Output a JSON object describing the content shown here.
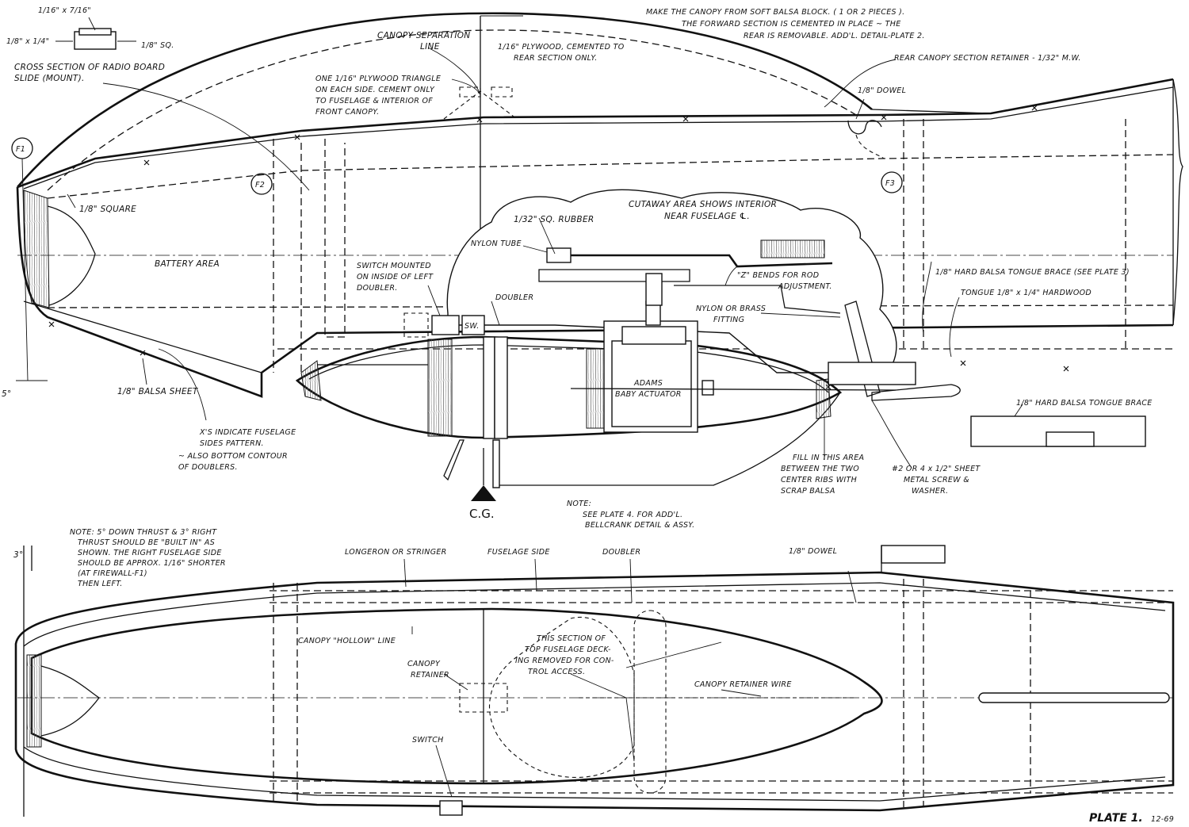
{
  "labels": {
    "radio_board_dims_top": "1/16\" x 7/16\"",
    "radio_board_dims_left": "1/8\" x 1/4\"",
    "radio_board_dims_right": "1/8\" SQ.",
    "radio_board_cross_section_1": "CROSS SECTION OF RADIO BOARD",
    "radio_board_cross_section_2": "SLIDE (MOUNT).",
    "canopy_separation_1": "CANOPY SEPARATION",
    "canopy_separation_2": "LINE",
    "plywood_note_1": "1/16\" PLYWOOD, CEMENTED TO",
    "plywood_note_2": "REAR SECTION ONLY.",
    "canopy_block_1": "MAKE THE CANOPY FROM SOFT BALSA BLOCK. ( 1 OR 2 PIECES ).",
    "canopy_block_2": "THE FORWARD SECTION IS CEMENTED IN PLACE ~ THE",
    "canopy_block_3": "REAR IS REMOVABLE. ADD'L. DETAIL-PLATE 2.",
    "plywood_triangle_1": "ONE 1/16\" PLYWOOD TRIANGLE",
    "plywood_triangle_2": "ON EACH SIDE. CEMENT ONLY",
    "plywood_triangle_3": "TO FUSELAGE & INTERIOR OF",
    "plywood_triangle_4": "FRONT CANOPY.",
    "rear_canopy_retainer": "REAR CANOPY SECTION RETAINER - 1/32\" M.W.",
    "dowel_top": "1/8\" DOWEL",
    "f1": "F1",
    "f2": "F2",
    "f3": "F3",
    "square": "1/8\" SQUARE",
    "cutaway_1": "CUTAWAY AREA SHOWS INTERIOR",
    "cutaway_2": "NEAR FUSELAGE ℄.",
    "rubber": "1/32\" SQ. RUBBER",
    "nylon_tube": "NYLON TUBE",
    "battery_area": "BATTERY AREA",
    "switch_mounted_1": "SWITCH MOUNTED",
    "switch_mounted_2": "ON INSIDE OF LEFT",
    "switch_mounted_3": "DOUBLER.",
    "z_bends_1": "\"Z\" BENDS FOR ROD",
    "z_bends_2": "ADJUSTMENT.",
    "hard_balsa_brace_top": "1/8\" HARD BALSA TONGUE BRACE (SEE PLATE 3)",
    "tongue": "TONGUE 1/8\" x 1/4\" HARDWOOD",
    "doubler_top": "DOUBLER",
    "nylon_fitting_1": "NYLON OR BRASS",
    "nylon_fitting_2": "FITTING",
    "sw": "SW.",
    "adams_1": "ADAMS",
    "adams_2": "BABY ACTUATOR",
    "balsa_sheet": "1/8\" BALSA SHEET",
    "hard_balsa_brace_side": "1/8\" HARD BALSA TONGUE BRACE",
    "xs_1": "X'S INDICATE FUSELAGE",
    "xs_2": "SIDES PATTERN.",
    "xs_3": "~ ALSO BOTTOM CONTOUR",
    "xs_4": "OF DOUBLERS.",
    "fill_area_1": "FILL IN THIS AREA",
    "fill_area_2": "BETWEEN THE TWO",
    "fill_area_3": "CENTER RIBS WITH",
    "fill_area_4": "SCRAP BALSA",
    "screw_1": "#2 OR 4 x 1/2\" SHEET",
    "screw_2": "METAL SCREW &",
    "screw_3": "WASHER.",
    "five_deg": "5°",
    "cg": "C.G.",
    "note_plate4_1": "NOTE:",
    "note_plate4_2": "SEE PLATE 4. FOR ADD'L.",
    "note_plate4_3": "BELLCRANK DETAIL & ASSY.",
    "thrust_1": "NOTE: 5° DOWN THRUST & 3° RIGHT",
    "thrust_2": "THRUST SHOULD BE \"BUILT IN\" AS",
    "thrust_3": "SHOWN. THE RIGHT FUSELAGE SIDE",
    "thrust_4": "SHOULD BE APPROX. 1/16\" SHORTER",
    "thrust_5": "(AT FIREWALL-F1)",
    "thrust_6": "THEN LEFT.",
    "three_deg": "3°",
    "longeron": "LONGERON OR STRINGER",
    "fuselage_side": "FUSELAGE SIDE",
    "doubler_plan": "DOUBLER",
    "dowel_plan": "1/8\" DOWEL",
    "canopy_hollow": "CANOPY \"HOLLOW\" LINE",
    "canopy_retainer_1": "CANOPY",
    "canopy_retainer_2": "RETAINER",
    "section_removed_1": "THIS SECTION OF",
    "section_removed_2": "TOP FUSELAGE DECK-",
    "section_removed_3": "ING REMOVED FOR CON-",
    "section_removed_4": "TROL ACCESS.",
    "canopy_wire": "CANOPY RETAINER WIRE",
    "switch_plan": "SWITCH",
    "plate": "PLATE 1.",
    "plate_date": "12-69"
  }
}
